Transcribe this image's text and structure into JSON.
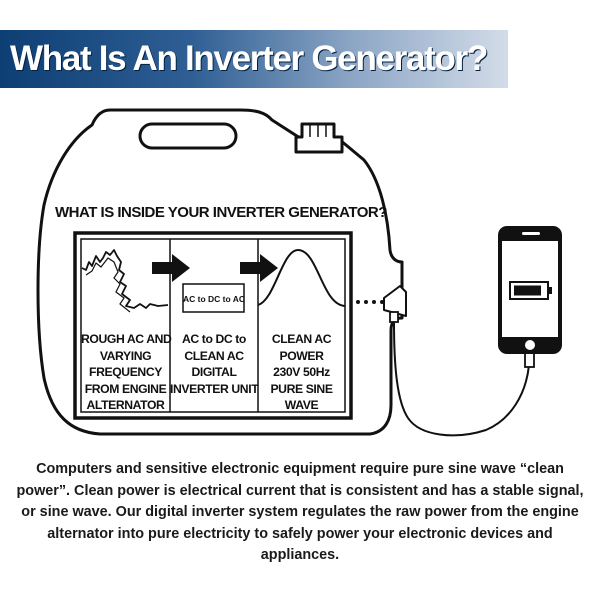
{
  "banner": {
    "title": "What Is An Inverter Generator?",
    "colors": {
      "dark": "#0d3e74",
      "light": "#d3dce8"
    }
  },
  "diagram": {
    "box_title": "WHAT IS INSIDE YOUR INVERTER GENERATOR?",
    "converter_label": "AC to DC to AC",
    "panels": [
      {
        "lines": [
          "ROUGH AC AND",
          "VARYING",
          "FREQUENCY",
          "FROM ENGINE",
          "ALTERNATOR"
        ]
      },
      {
        "lines": [
          "AC to DC to",
          "CLEAN AC",
          "DIGITAL",
          "INVERTER UNIT"
        ]
      },
      {
        "lines": [
          "CLEAN AC",
          "POWER",
          "230V 50Hz",
          "PURE SINE",
          "WAVE"
        ]
      }
    ],
    "battery_color": "#111111",
    "icons": [
      "generator-outline",
      "arrow-right-icon",
      "sine-wave-icon",
      "plug-icon",
      "smartphone-icon",
      "battery-icon"
    ]
  },
  "description": {
    "text": "Computers and sensitive electronic equipment require pure sine wave “clean power”. Clean power is electrical current that is consistent and has a stable signal, or sine wave. Our digital inverter system regulates the raw power from the engine alternator into pure electricity to safely power your electronic devices and appliances."
  }
}
